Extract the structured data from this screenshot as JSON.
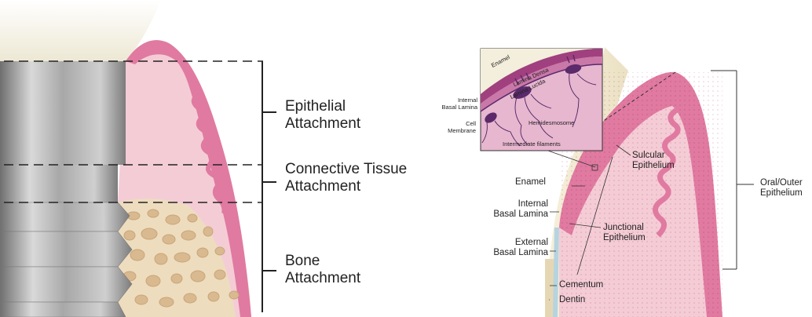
{
  "left_panel": {
    "labels": {
      "epithelial": [
        "Epithelial",
        "Attachment"
      ],
      "connective": [
        "Connective Tissue",
        "Attachment"
      ],
      "bone": [
        "Bone",
        "Attachment"
      ]
    }
  },
  "right_panel": {
    "labels": {
      "enamel": "Enamel",
      "internal_basal_lamina": [
        "Internal",
        "Basal Lamina"
      ],
      "external_basal_lamina": [
        "External",
        "Basal Lamina"
      ],
      "cementum": "Cementum",
      "dentin": "Dentin",
      "sulcular_epithelium": [
        "Sulcular",
        "Epithelium"
      ],
      "junctional_epithelium": [
        "Junctional",
        "Epithelium"
      ],
      "oral_outer_epithelium": [
        "Oral/Outer",
        "Epithelium"
      ]
    },
    "inset": {
      "enamel": "Enamel",
      "lamina_densa": "Lamina Densa",
      "lamina_lucida": "Lamina Lucida",
      "internal_basal_lamina": [
        "Internal",
        "Basal Lamina"
      ],
      "cell_membrane": [
        "Cell",
        "Membrane"
      ],
      "hemidesmosome": "Hemidesmosome",
      "intermediate_filaments": "Intermediate filaments"
    }
  },
  "colors": {
    "gingiva_pink": "#f2c9d3",
    "epithelium_pink": "#e27aa0",
    "bone_beige": "#eedcbf",
    "implant_gray": "#9c9c9c",
    "enamel_cream": "#f4efd9",
    "inset_purple": "#5a2a6b"
  }
}
